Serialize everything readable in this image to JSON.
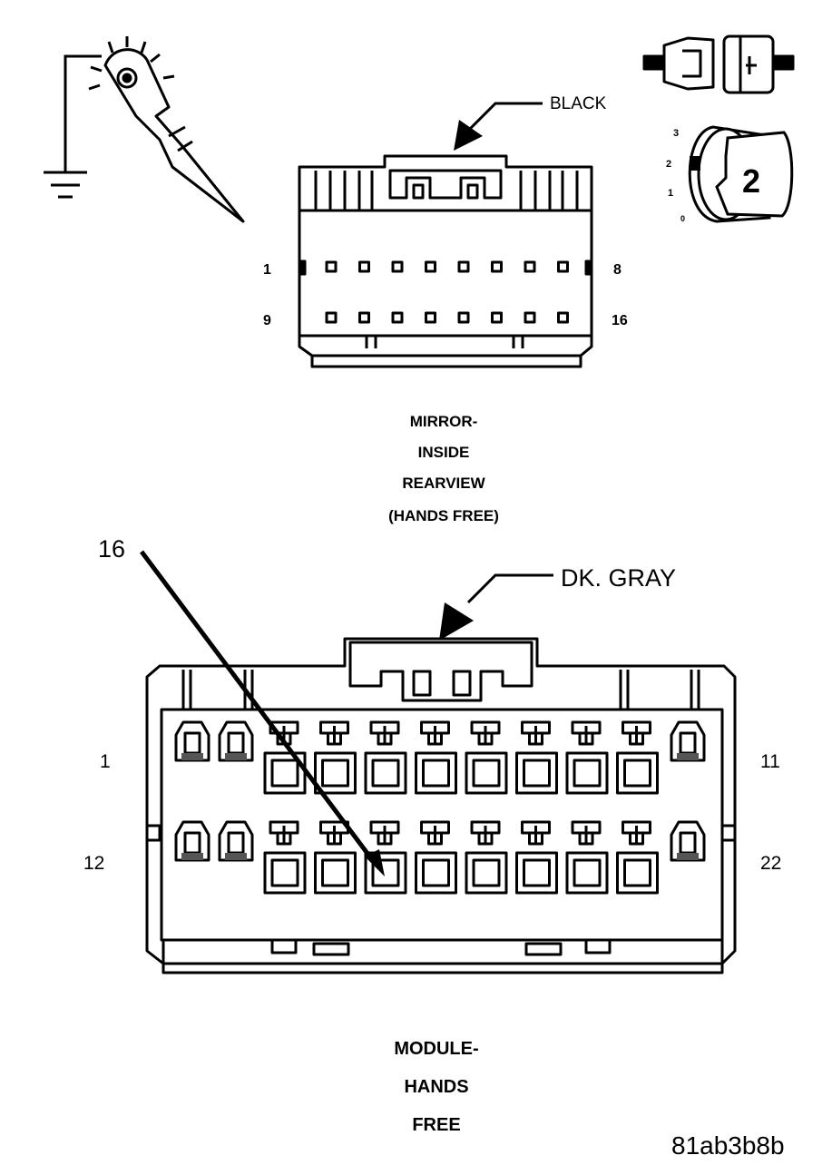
{
  "icons": {
    "probe": "test-probe-icon",
    "ground": "ground-icon",
    "connector_disconnected": "connector-disconnected-icon",
    "ignition": "ignition-switch-icon"
  },
  "ignition": {
    "positions": [
      "3",
      "2",
      "1",
      "0"
    ],
    "selected": "2"
  },
  "mirror_connector": {
    "color_label": "BLACK",
    "pin_first_top": "1",
    "pin_last_top": "8",
    "pin_first_bottom": "9",
    "pin_last_bottom": "16",
    "title_lines": [
      "MIRROR-",
      "INSIDE",
      "REARVIEW",
      "(HANDS FREE)"
    ]
  },
  "module_connector": {
    "callout_pin": "16",
    "color_label": "DK. GRAY",
    "pin_first_top": "1",
    "pin_last_top": "11",
    "pin_first_bottom": "12",
    "pin_last_bottom": "22",
    "title_lines": [
      "MODULE-",
      "HANDS",
      "FREE"
    ]
  },
  "figure_id": "81ab3b8b"
}
